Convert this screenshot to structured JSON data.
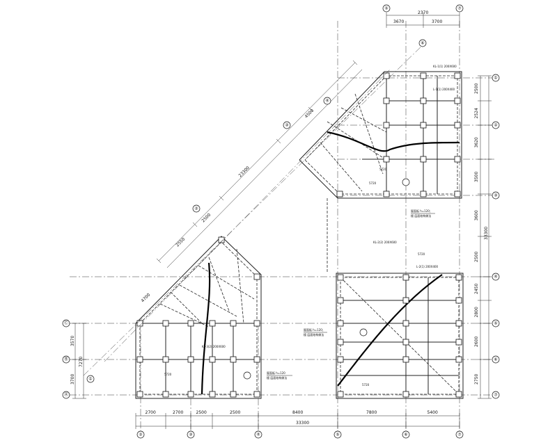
{
  "bottom_dims": {
    "segments": [
      "2700",
      "2700",
      "2500",
      "2500",
      "8400",
      "7800",
      "5400"
    ],
    "total": "33300"
  },
  "top_dims": {
    "segments": [
      "3670",
      "3700"
    ],
    "total": "2370"
  },
  "right_dims": {
    "segments": [
      "2500",
      "2524",
      "3620",
      "3500",
      "3600",
      "2500",
      "2450",
      "2800",
      "2600",
      "2750"
    ],
    "total": "33300"
  },
  "left_dims": {
    "segments": [
      "3570",
      "3700"
    ],
    "total": "7270"
  },
  "diagonal_dims": {
    "upper": [
      "4500",
      "23300"
    ],
    "lower": [
      "2550",
      "2500",
      "4700"
    ]
  },
  "axis_labels": {
    "top": [
      "⑤",
      "⑦"
    ],
    "bottom": [
      "②",
      "③",
      "④",
      "⑤",
      "⑥",
      "⑦"
    ],
    "right": [
      "①",
      "②",
      "③",
      "④",
      "⑤",
      "⑥",
      "⑦"
    ],
    "left": [
      "Ⓒ",
      "Ⓑ",
      "Ⓐ"
    ]
  },
  "slab_notes": {
    "upper_right": [
      "屋面板 h=120；",
      "楼 层面结构做法"
    ],
    "lower_right": [
      "屋面板 h=120；",
      "楼 层面结构做法"
    ],
    "lower_left": [
      "屋面板 h=120",
      "楼 层面结构做法"
    ]
  },
  "room_marks": [
    "5720",
    "5720",
    "5720",
    "5720",
    "5720"
  ],
  "beam_tags": [
    "KL-1(1) 200X600",
    "L-1(1) 200X400",
    "KL-2(2) 200X600",
    "L-2(1) 200X400",
    "KL-3(2) 200X600"
  ]
}
